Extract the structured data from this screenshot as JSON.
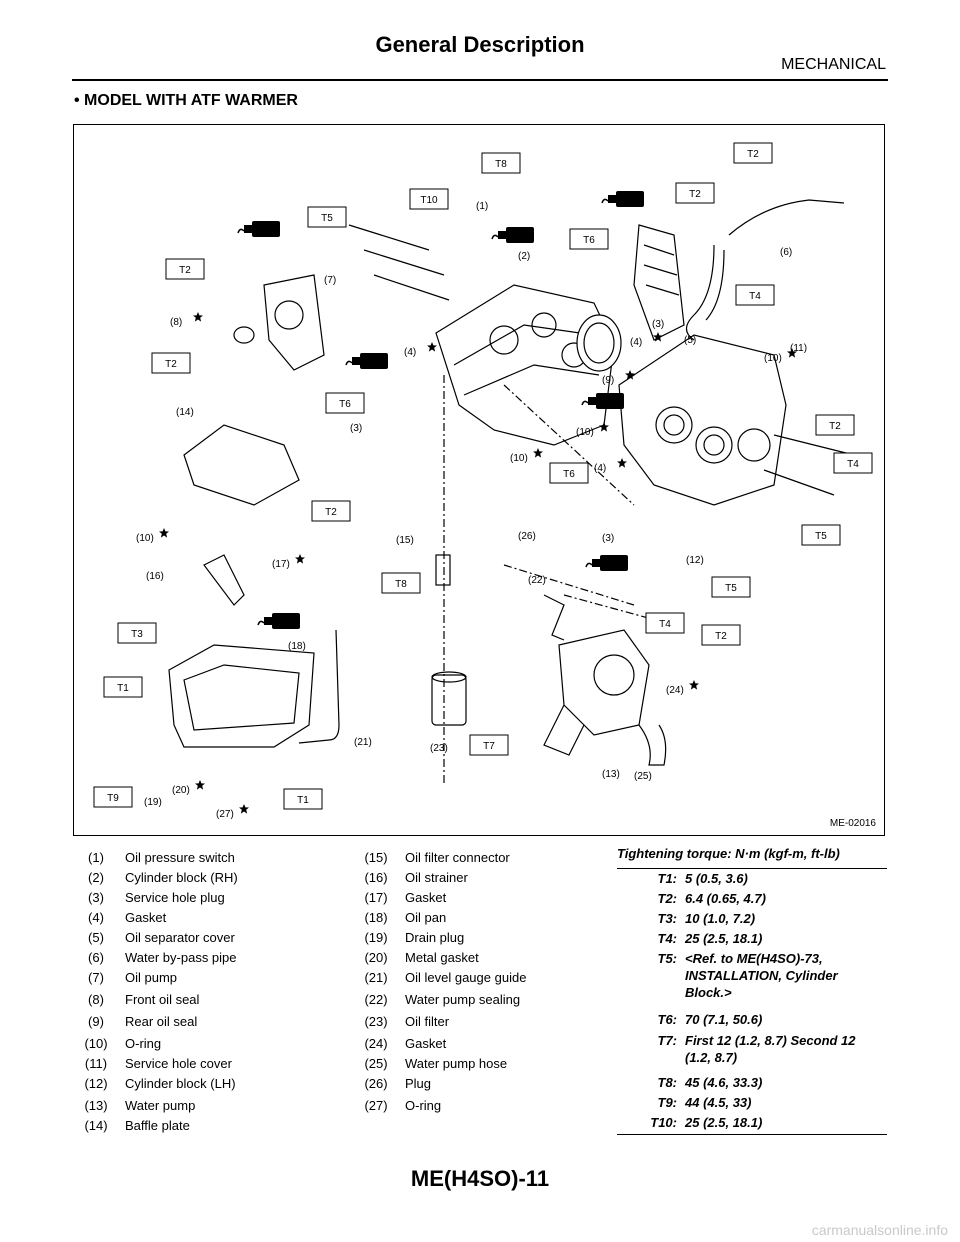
{
  "header": {
    "title": "General Description",
    "section": "MECHANICAL"
  },
  "heading": "• MODEL WITH ATF WARMER",
  "figure": {
    "code": "ME-02016",
    "torque_boxes": [
      "T8",
      "T2",
      "T2",
      "T10",
      "T5",
      "T6",
      "T2",
      "T4",
      "T2",
      "T6",
      "T2",
      "T4",
      "T6",
      "T2",
      "T5",
      "T8",
      "T5",
      "T3",
      "T4",
      "T2",
      "T1",
      "T7",
      "T9",
      "T1"
    ],
    "callouts": [
      "(1)",
      "(2)",
      "(7)",
      "(8)",
      "(4)",
      "(6)",
      "(3)",
      "(5)",
      "(4)",
      "(11)",
      "(10)",
      "(9)",
      "(3)",
      "(10)",
      "(14)",
      "(10)",
      "(4)",
      "(26)",
      "(3)",
      "(15)",
      "(10)",
      "(12)",
      "(17)",
      "(16)",
      "(22)",
      "(18)",
      "(24)",
      "(21)",
      "(23)",
      "(13)",
      "(25)",
      "(20)",
      "(19)",
      "(27)"
    ]
  },
  "parts": [
    {
      "num": "(1)",
      "name": "Oil pressure switch"
    },
    {
      "num": "(2)",
      "name": "Cylinder block (RH)"
    },
    {
      "num": "(3)",
      "name": "Service hole plug"
    },
    {
      "num": "(4)",
      "name": "Gasket"
    },
    {
      "num": "(5)",
      "name": "Oil separator cover"
    },
    {
      "num": "(6)",
      "name": "Water by-pass pipe"
    },
    {
      "num": "(7)",
      "name": "Oil pump"
    },
    {
      "num": "(8)",
      "name": "Front oil seal"
    },
    {
      "num": "(9)",
      "name": "Rear oil seal"
    },
    {
      "num": "(10)",
      "name": "O-ring"
    },
    {
      "num": "(11)",
      "name": "Service hole cover"
    },
    {
      "num": "(12)",
      "name": "Cylinder block (LH)"
    },
    {
      "num": "(13)",
      "name": "Water pump"
    },
    {
      "num": "(14)",
      "name": "Baffle plate"
    },
    {
      "num": "(15)",
      "name": "Oil filter connector"
    },
    {
      "num": "(16)",
      "name": "Oil strainer"
    },
    {
      "num": "(17)",
      "name": "Gasket"
    },
    {
      "num": "(18)",
      "name": "Oil pan"
    },
    {
      "num": "(19)",
      "name": "Drain plug"
    },
    {
      "num": "(20)",
      "name": "Metal gasket"
    },
    {
      "num": "(21)",
      "name": "Oil level gauge guide"
    },
    {
      "num": "(22)",
      "name": "Water pump sealing"
    },
    {
      "num": "(23)",
      "name": "Oil filter"
    },
    {
      "num": "(24)",
      "name": "Gasket"
    },
    {
      "num": "(25)",
      "name": "Water pump hose"
    },
    {
      "num": "(26)",
      "name": "Plug"
    },
    {
      "num": "(27)",
      "name": "O-ring"
    }
  ],
  "torque": {
    "heading": "Tightening torque: N·m (kgf-m, ft-lb)",
    "items": [
      {
        "key": "T1:",
        "value": "5 (0.5, 3.6)"
      },
      {
        "key": "T2:",
        "value": "6.4 (0.65, 4.7)"
      },
      {
        "key": "T3:",
        "value": "10 (1.0, 7.2)"
      },
      {
        "key": "T4:",
        "value": "25 (2.5, 18.1)"
      },
      {
        "key": "T5:",
        "value": "<Ref. to ME(H4SO)-73, INSTALLATION, Cylinder Block.>"
      },
      {
        "key": "T6:",
        "value": "70 (7.1, 50.6)"
      },
      {
        "key": "T7:",
        "value": "First 12 (1.2, 8.7) Second 12 (1.2, 8.7)"
      },
      {
        "key": "T8:",
        "value": "45 (4.6, 33.3)"
      },
      {
        "key": "T9:",
        "value": "44 (4.5, 33)"
      },
      {
        "key": "T10:",
        "value": "25 (2.5, 18.1)"
      }
    ]
  },
  "footer": {
    "page": "ME(H4SO)-11"
  },
  "watermark": "carmanualsonline.info"
}
